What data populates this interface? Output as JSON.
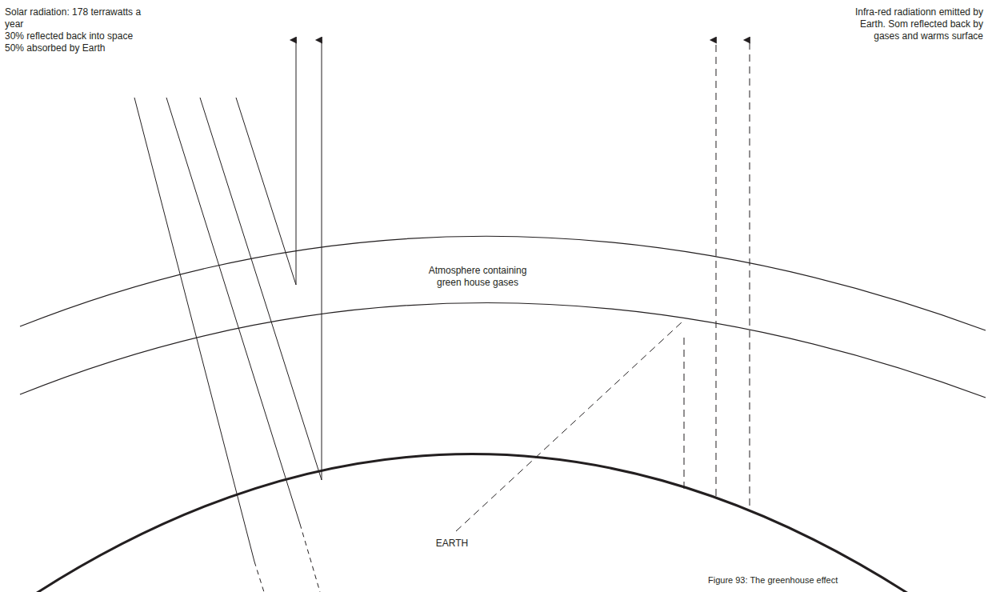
{
  "diagram": {
    "caption": "Figure 93: The greenhouse effect",
    "labels": [
      "Solar radiation: 178 terrawatts a year",
      "30% reflected back into space",
      "50% absorbed by Earth",
      "Infra-red radiationn emitted by Earth. Som reflected back by gases and warms surface",
      "Atmosphere containing green house gases",
      "EARTH"
    ]
  }
}
